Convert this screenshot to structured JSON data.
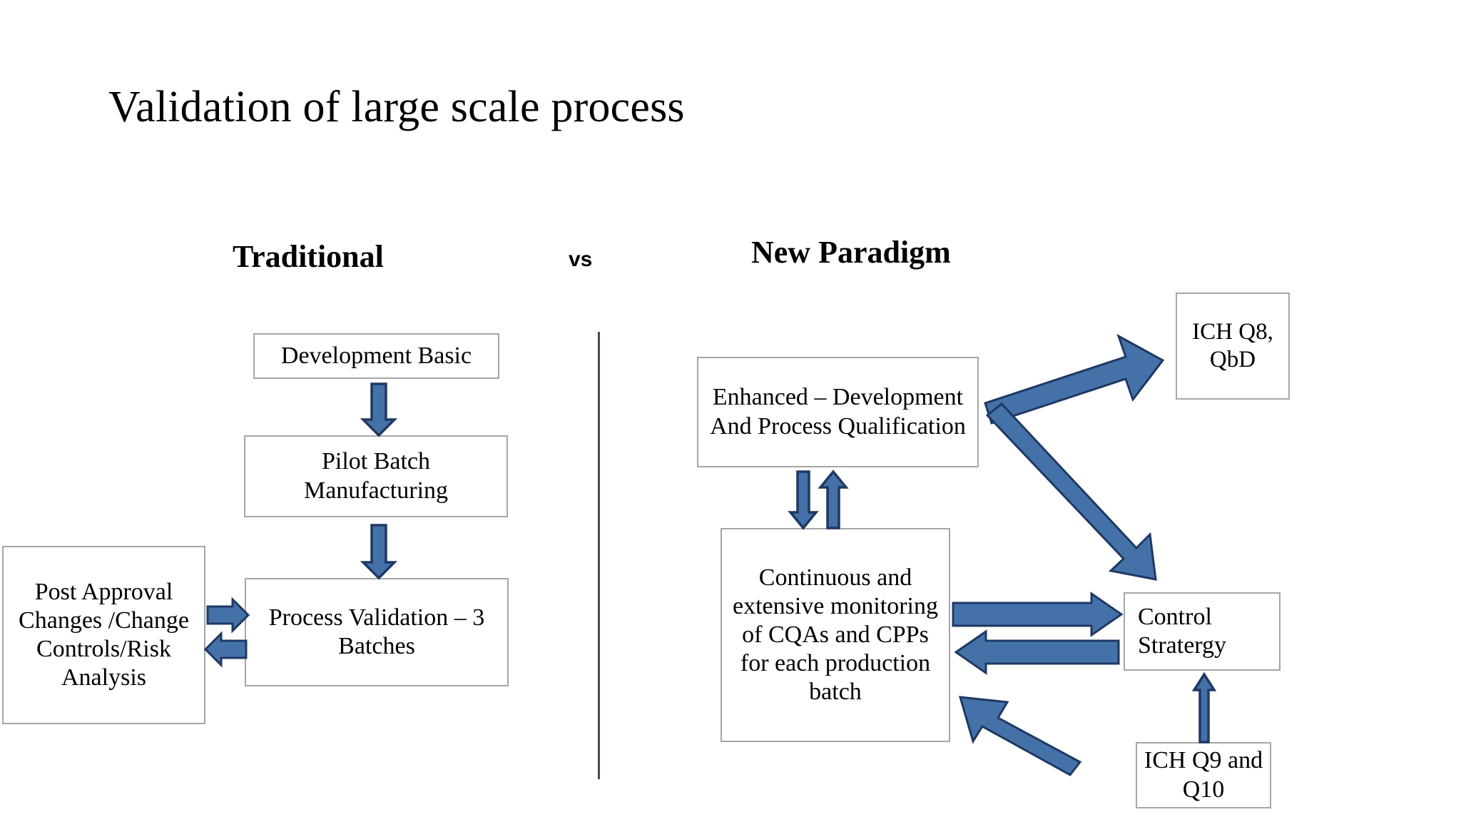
{
  "slide": {
    "title": "Validation of large scale process",
    "background_color": "#ffffff",
    "text_color": "#000000"
  },
  "headings": {
    "left": "Traditional",
    "separator": "vs",
    "right": "New Paradigm"
  },
  "divider": {
    "name": "vertical-divider",
    "color": "#4b4b4b"
  },
  "colors": {
    "arrow_fill": "#4472a8",
    "arrow_outline": "#1f3864",
    "box_border": "#a6a6a6",
    "box_fill": "#ffffff"
  },
  "traditional": {
    "boxes": [
      {
        "id": "development-basic",
        "label": "Development Basic"
      },
      {
        "id": "pilot-batch",
        "label": "Pilot Batch Manufacturing"
      },
      {
        "id": "process-validation",
        "label": "Process Validation – 3 Batches"
      },
      {
        "id": "post-approval",
        "label": "Post Approval Changes /Change Controls/Risk Analysis"
      }
    ],
    "connectors": [
      {
        "id": "dev-to-pilot",
        "from": "development-basic",
        "to": "pilot-batch",
        "direction": "down"
      },
      {
        "id": "pilot-to-validation",
        "from": "pilot-batch",
        "to": "process-validation",
        "direction": "down"
      },
      {
        "id": "postapproval-to-validation",
        "from": "post-approval",
        "to": "process-validation",
        "direction": "right"
      },
      {
        "id": "validation-to-postapproval",
        "from": "process-validation",
        "to": "post-approval",
        "direction": "left"
      }
    ]
  },
  "new_paradigm": {
    "boxes": [
      {
        "id": "enhanced",
        "label": "Enhanced – Development And Process Qualification"
      },
      {
        "id": "continuous",
        "label": "Continuous and extensive monitoring of CQAs and CPPs for each production batch"
      },
      {
        "id": "ich-q8",
        "label": "ICH Q8, QbD"
      },
      {
        "id": "control-strategy",
        "label": "Control Stratergy"
      },
      {
        "id": "ich-q9",
        "label": "ICH Q9 and Q10"
      }
    ],
    "connectors": [
      {
        "id": "enhanced-to-continuous",
        "from": "enhanced",
        "to": "continuous",
        "direction": "down"
      },
      {
        "id": "continuous-to-enhanced",
        "from": "continuous",
        "to": "enhanced",
        "direction": "up"
      },
      {
        "id": "enhanced-to-ichq8",
        "from": "enhanced",
        "to": "ich-q8",
        "direction": "up-right"
      },
      {
        "id": "enhanced-to-control-strategy",
        "from": "enhanced",
        "to": "control-strategy",
        "direction": "down-right"
      },
      {
        "id": "continuous-to-control",
        "from": "continuous",
        "to": "control-strategy",
        "direction": "right"
      },
      {
        "id": "control-to-continuous",
        "from": "control-strategy",
        "to": "continuous",
        "direction": "left"
      },
      {
        "id": "ichq9-to-continuous",
        "from": "ich-q9",
        "to": "continuous",
        "direction": "up-left"
      },
      {
        "id": "ichq9-to-control",
        "from": "ich-q9",
        "to": "control-strategy",
        "direction": "up"
      }
    ]
  }
}
